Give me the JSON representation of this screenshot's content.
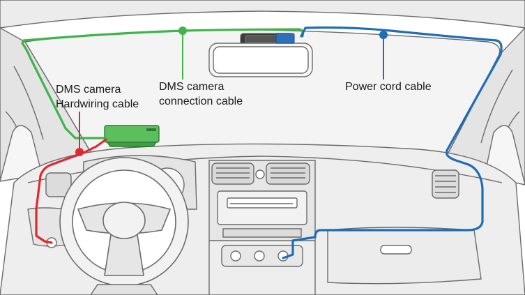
{
  "labels": {
    "dms_hardwiring": [
      "DMS camera",
      "Hardwiring cable"
    ],
    "dms_connection": [
      "DMS camera",
      "connection cable"
    ],
    "power_cord": "Power cord cable"
  },
  "colors": {
    "hardwiring_cable": "#e3262f",
    "connection_cable": "#3fb44a",
    "power_cable": "#1e6db5",
    "outline": "#6b6b6b",
    "fill_light": "#f1f1f1",
    "fill_mid": "#e2e2e2"
  }
}
